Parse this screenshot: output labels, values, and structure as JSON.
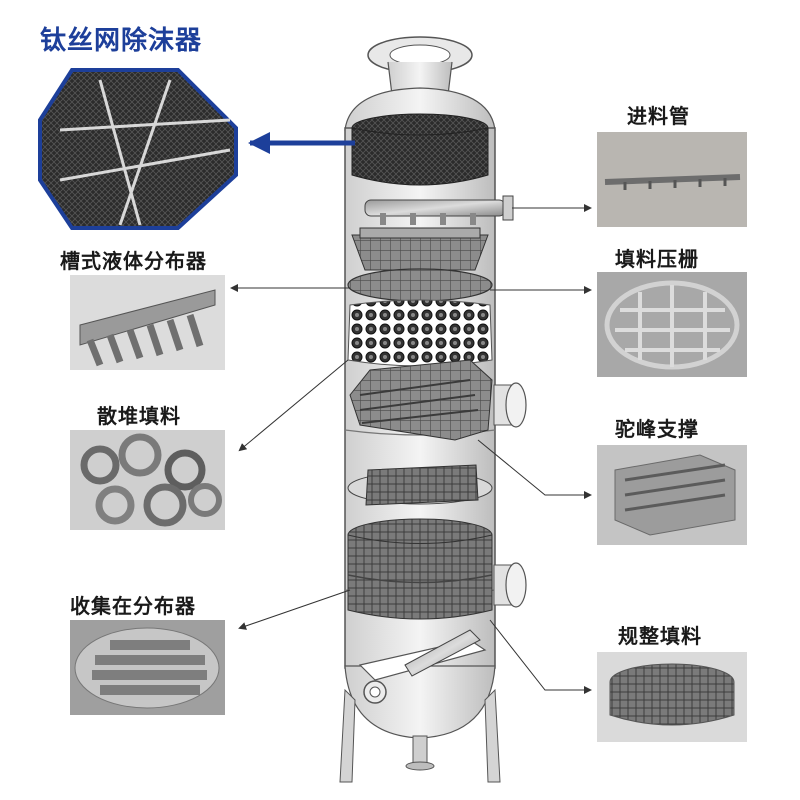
{
  "title": "钛丝网除沫器",
  "labels": {
    "feed_pipe": "进料管",
    "trough_distributor": "槽式液体分布器",
    "hold_down_grid": "填料压栅",
    "random_packing": "散堆填料",
    "hump_support": "驼峰支撑",
    "collector_distributor": "收集在分布器",
    "structured_packing": "规整填料"
  },
  "colors": {
    "title": "#1d3f9a",
    "arrow_main": "#1d3f9a",
    "leader": "#333333"
  }
}
